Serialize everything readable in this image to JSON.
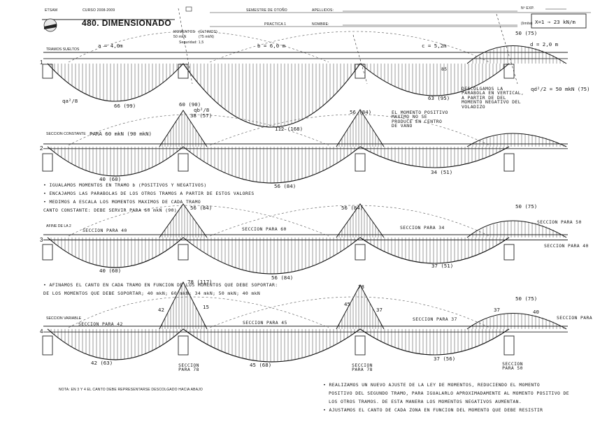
{
  "header": {
    "school": "ETSAM",
    "course": "CURSO 2008-2009",
    "title": "480. DIMENSIONADO",
    "semester": "SEMESTRE DE OTOÑO",
    "surname_label": "APELLIDOS:",
    "practice": "PRACTICA 1",
    "name_label": "NOMBRE:",
    "exp_label": "Nº EXP.",
    "moments_label": "MOMENTOS",
    "moments_value": "50 mkN",
    "ultimate_label": "(ÚLTIMOS)",
    "ultimate_value": "(75 mkN)",
    "safety": "Seguridad: 1,5",
    "load_box": "X=1 → 23 kN/m",
    "units_tag": "(limite)"
  },
  "rows": [
    {
      "number": "1",
      "label": "TRAMOS SUELTOS",
      "spans": [
        "a = 4,0m",
        "b = 6,0 m",
        "c = 5,2m",
        "d = 2,0 m"
      ],
      "values": [
        "66 (99)",
        "112 (168)",
        "63 (95)",
        "50 (75)",
        "85"
      ],
      "formulas": [
        "qa²/8",
        "qd²/2 = 50 mkN (75)",
        "qb²/8"
      ],
      "notes": [
        "EL MOMENTO POSITIVO MAXIMO NO SE PRODUCE EN CENTRO DE VANO",
        "DESCOLGAMOS LA PARABOLA EN VERTICAL, A PARTIR DE DEL MOMENTO NEGATIVO DEL VOLADIZO"
      ]
    },
    {
      "number": "2",
      "label": "SECCION CONSTANTE",
      "caption": "PARA 60 mkN (90 mkN)",
      "values": [
        "60 (90)",
        "38 (57)",
        "40 (60)",
        "56 (84)",
        "56 (84)",
        "34 (51)"
      ]
    },
    {
      "number": "3",
      "label": "AFINE DE LA 2",
      "captions": [
        "SECCION PARA 40",
        "SECCION PARA 60",
        "SECCION PARA 34",
        "SECCION PARA 50",
        "SECCION PARA 40"
      ],
      "values": [
        "56 (84)",
        "40 (60)",
        "56 (84)",
        "56 (84)",
        "37 (51)",
        "50 (75)"
      ]
    },
    {
      "number": "4",
      "label": "SECCION VARIABLE",
      "captions": [
        "SECCION PARA 42",
        "SECCION PARA 45",
        "SECCION PARA 37",
        "SECCION PARA"
      ],
      "values": [
        "78 (117)",
        "42",
        "15",
        "45",
        "78",
        "37",
        "37",
        "50 (75)",
        "40",
        "42 (63)",
        "45 (68)",
        "37 (56)"
      ],
      "bottom_captions": [
        "SECCION PARA 78",
        "SECCION PARA 78",
        "SECCION PARA 50"
      ]
    }
  ],
  "notes_mid": [
    "• IGUALAMOS MOMENTOS EN TRAMO b (POSITIVOS Y NEGATIVOS)",
    "• ENCAJAMOS LAS PARABOLAS DE LOS OTROS TRAMOS A PARTIR DE ESTOS VALORES",
    "• MEDIMOS A ESCALA LOS MOMENTOS MAXIMOS DE CADA TRAMO",
    "CANTO CONSTANTE: DEBE SERVIR PARA 60 mkN (90)"
  ],
  "notes_row4": [
    "• AFINAMOS EL CANTO EN CADA TRAMO EN FUNCION DE LOS MOMENTOS QUE DEBE SOPORTAR:",
    "DE LOS MOMENTOS QUE DEBE SOPORTAR; 40 mkN; 60 mkN; 34 mkN; 50 mkN; 40 mkN"
  ],
  "footer_note": "NOTA: EN 3 Y 4 EL CANTO DEBE REPRESENTARSE DESCOLGADO HACIA ABAJO",
  "footer_text": [
    "• REALIZAMOS UN NUEVO AJUSTE DE LA LEY DE MOMENTOS, REDUCIENDO EL MOMENTO",
    "POSITIVO DEL SEGUNDO TRAMO, PARA IGUALARLO APROXIMADAMENTE AL MOMENTO POSITIVO DE",
    "LOS OTROS TRAMOS. DE ESTA MANERA LOS MOMENTOS NEGATIVOS AUMENTAN.",
    "• AJUSTAMOS EL CANTO DE CADA ZONA EN FUNCION DEL MOMENTO QUE DEBE RESISTIR"
  ]
}
